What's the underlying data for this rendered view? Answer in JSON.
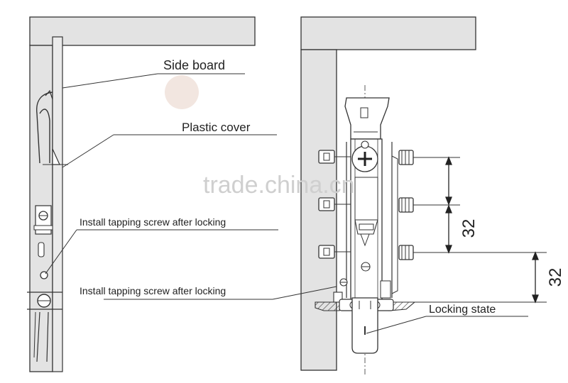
{
  "labels": {
    "side_board": "Side board",
    "plastic_cover": "Plastic cover",
    "install_screw_1": "Install tapping screw after locking",
    "install_screw_2": "Install tapping screw after locking",
    "locking_state": "Locking state"
  },
  "dimensions": {
    "upper": "32",
    "lower": "32"
  },
  "watermark": "trade.china.cn",
  "colors": {
    "board_fill": "#e3e3e3",
    "line": "#333333",
    "cover": "#f2e6e0"
  }
}
